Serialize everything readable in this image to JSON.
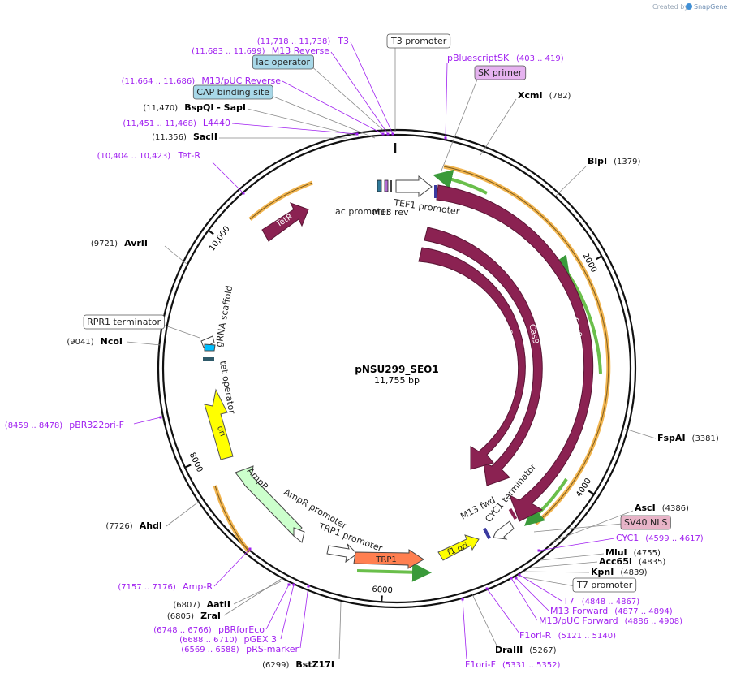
{
  "watermark": {
    "text": "Created by",
    "brand": "SnapGene"
  },
  "plasmid": {
    "name": "pNSU299_SEO1",
    "size": "11,755 bp",
    "total_bp": 11755
  },
  "colors": {
    "backbone": "#111111",
    "enzyme": "#000000",
    "primer_purple": "#a020f0",
    "feature_maroon": "#8b2252",
    "ori_yellow": "#ffff00",
    "ampr_green": "#ccffcc",
    "trp1_orange": "#ff7f50",
    "primer_arrow_green": "#4caf50",
    "primer_band_orange": "#f0a830",
    "lac_operator_bg": "#a8d8e8",
    "sk_primer_bg": "#e6b3f0",
    "sv40_bg": "#e8b4c8"
  },
  "tick_labels": [
    {
      "bp": 2000,
      "text": "2000"
    },
    {
      "bp": 4000,
      "text": "4000"
    },
    {
      "bp": 6000,
      "text": "6000"
    },
    {
      "bp": 8000,
      "text": "8000"
    },
    {
      "bp": 10000,
      "text": "10,000"
    }
  ],
  "site_labels": [
    {
      "id": "t3",
      "num": "(11,718 .. 11,738)",
      "name": "T3",
      "type": "primer"
    },
    {
      "id": "m13rev",
      "num": "(11,683 .. 11,699)",
      "name": "M13 Reverse",
      "type": "primer"
    },
    {
      "id": "lacop",
      "num": "",
      "name": "lac operator",
      "type": "boxed"
    },
    {
      "id": "m13puc",
      "num": "(11,664 .. 11,686)",
      "name": "M13/pUC Reverse",
      "type": "primer"
    },
    {
      "id": "cap",
      "num": "",
      "name": "CAP binding site",
      "type": "boxed"
    },
    {
      "id": "bspqi",
      "num": "(11,470)",
      "name": "BspQI  - SapI",
      "type": "enzyme"
    },
    {
      "id": "l4440",
      "num": "(11,451 .. 11,468)",
      "name": "L4440",
      "type": "primer"
    },
    {
      "id": "sacii",
      "num": "(11,356)",
      "name": "SacII",
      "type": "enzyme"
    },
    {
      "id": "tetr_p",
      "num": "(10,404 .. 10,423)",
      "name": "Tet-R",
      "type": "primer"
    },
    {
      "id": "avrii",
      "num": "(9721)",
      "name": "AvrII",
      "type": "enzyme"
    },
    {
      "id": "rpr1",
      "num": "",
      "name": "RPR1 terminator",
      "type": "white"
    },
    {
      "id": "ncoi",
      "num": "(9041)",
      "name": "NcoI",
      "type": "enzyme"
    },
    {
      "id": "pbr322",
      "num": "(8459 .. 8478)",
      "name": "pBR322ori-F",
      "type": "primer"
    },
    {
      "id": "ahdi",
      "num": "(7726)",
      "name": "AhdI",
      "type": "enzyme"
    },
    {
      "id": "ampr_p",
      "num": "(7157 .. 7176)",
      "name": "Amp-R",
      "type": "primer"
    },
    {
      "id": "aatii",
      "num": "(6807)",
      "name": "AatII",
      "type": "enzyme"
    },
    {
      "id": "zrai",
      "num": "(6805)",
      "name": "ZraI",
      "type": "enzyme"
    },
    {
      "id": "pbrforeco",
      "num": "(6748 .. 6766)",
      "name": "pBRforEco",
      "type": "primer"
    },
    {
      "id": "pgex3",
      "num": "(6688 .. 6710)",
      "name": "pGEX 3'",
      "type": "primer"
    },
    {
      "id": "prs",
      "num": "(6569 .. 6588)",
      "name": "pRS-marker",
      "type": "primer"
    },
    {
      "id": "bstz17i",
      "num": "(6299)",
      "name": "BstZ17I",
      "type": "enzyme"
    },
    {
      "id": "t3prom",
      "num": "",
      "name": "T3 promoter",
      "type": "white"
    },
    {
      "id": "pbsk",
      "num": "(403 .. 419)",
      "name": "pBluescriptSK",
      "type": "primer"
    },
    {
      "id": "skprimer",
      "num": "",
      "name": "SK primer",
      "type": "purplebox"
    },
    {
      "id": "xcmi",
      "num": "(782)",
      "name": "XcmI",
      "type": "enzyme"
    },
    {
      "id": "blpi",
      "num": "(1379)",
      "name": "BlpI",
      "type": "enzyme"
    },
    {
      "id": "fspai",
      "num": "(3381)",
      "name": "FspAI",
      "type": "enzyme"
    },
    {
      "id": "asci",
      "num": "(4386)",
      "name": "AscI",
      "type": "enzyme"
    },
    {
      "id": "sv40",
      "num": "",
      "name": "SV40 NLS",
      "type": "pinkbox"
    },
    {
      "id": "cyc1",
      "num": "(4599 .. 4617)",
      "name": "CYC1",
      "type": "primer"
    },
    {
      "id": "mlui",
      "num": "(4755)",
      "name": "MluI",
      "type": "enzyme"
    },
    {
      "id": "acc65i",
      "num": "(4835)",
      "name": "Acc65I",
      "type": "enzyme"
    },
    {
      "id": "kpni",
      "num": "(4839)",
      "name": "KpnI",
      "type": "enzyme"
    },
    {
      "id": "t7prom",
      "num": "",
      "name": "T7 promoter",
      "type": "white"
    },
    {
      "id": "t7",
      "num": "(4848 .. 4867)",
      "name": "T7",
      "type": "primer"
    },
    {
      "id": "m13fwd",
      "num": "(4877 .. 4894)",
      "name": "M13 Forward",
      "type": "primer"
    },
    {
      "id": "m13pucfwd",
      "num": "(4886 .. 4908)",
      "name": "M13/pUC Forward",
      "type": "primer"
    },
    {
      "id": "f1orir",
      "num": "(5121 .. 5140)",
      "name": "F1ori-R",
      "type": "primer"
    },
    {
      "id": "draiii",
      "num": "(5267)",
      "name": "DraIII",
      "type": "enzyme"
    },
    {
      "id": "f1orif",
      "num": "(5331 .. 5352)",
      "name": "F1ori-F",
      "type": "primer"
    }
  ],
  "feature_labels": [
    {
      "id": "lacprom",
      "text": "lac promoter"
    },
    {
      "id": "m13revlbl",
      "text": "M13 rev"
    },
    {
      "id": "tef1",
      "text": "TEF1 promoter"
    },
    {
      "id": "grna",
      "text": "gRNA scaffold"
    },
    {
      "id": "tetop",
      "text": "tet operator"
    },
    {
      "id": "amprprom",
      "text": "AmpR promoter"
    },
    {
      "id": "trp1prom",
      "text": "TRP1 promoter"
    },
    {
      "id": "ampr",
      "text": "AmpR"
    },
    {
      "id": "m13fwdlbl",
      "text": "M13 fwd"
    },
    {
      "id": "cyc1term",
      "text": "CYC1 terminator"
    }
  ],
  "feature_names": {
    "tetr": "TetR",
    "cas9a": "Cas9",
    "cas9b": "Cas9",
    "cas9c": "Cas9",
    "ori": "ori",
    "trp1": "TRP1",
    "f1ori": "f1 ori"
  }
}
